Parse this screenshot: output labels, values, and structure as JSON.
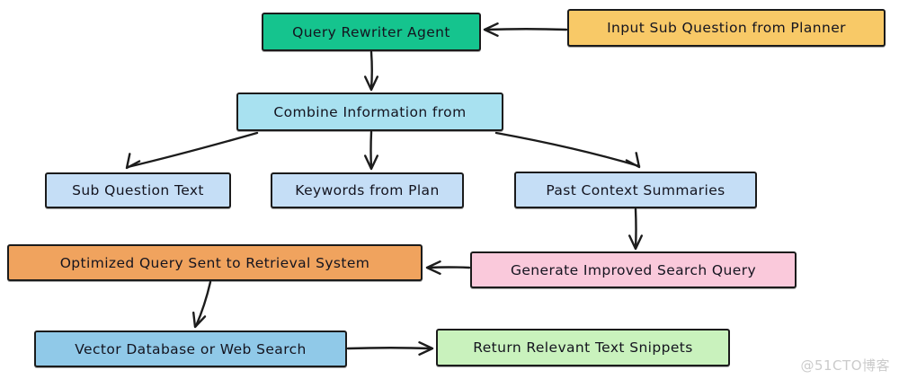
{
  "diagram": {
    "type": "flowchart",
    "nodes": {
      "query_rewriter": {
        "label": "Query Rewriter Agent",
        "bg": "#15c48e"
      },
      "input_sub_question": {
        "label": "Input Sub Question from Planner",
        "bg": "#f8c967"
      },
      "combine_info": {
        "label": "Combine Information from",
        "bg": "#a8e1f0"
      },
      "sub_question_text": {
        "label": "Sub Question Text",
        "bg": "#c5def6"
      },
      "keywords_from_plan": {
        "label": "Keywords from Plan",
        "bg": "#c5def6"
      },
      "past_context_summaries": {
        "label": "Past Context Summaries",
        "bg": "#c5def6"
      },
      "generate_improved_query": {
        "label": "Generate Improved Search Query",
        "bg": "#fac9db"
      },
      "optimized_query": {
        "label": "Optimized Query Sent to Retrieval System",
        "bg": "#f0a35e"
      },
      "vector_database": {
        "label": "Vector Database or Web Search",
        "bg": "#90c9e8"
      },
      "return_snippets": {
        "label": "Return Relevant Text Snippets",
        "bg": "#c9f2bd"
      }
    },
    "edges": [
      "input_sub_question -> query_rewriter",
      "query_rewriter -> combine_info",
      "combine_info -> sub_question_text",
      "combine_info -> keywords_from_plan",
      "combine_info -> past_context_summaries",
      "past_context_summaries -> generate_improved_query",
      "generate_improved_query -> optimized_query",
      "optimized_query -> vector_database",
      "vector_database -> return_snippets"
    ]
  },
  "colors": {
    "stroke": "#1c1c1c",
    "watermark": "#cbcbcb"
  },
  "watermark": "@51CTO博客"
}
